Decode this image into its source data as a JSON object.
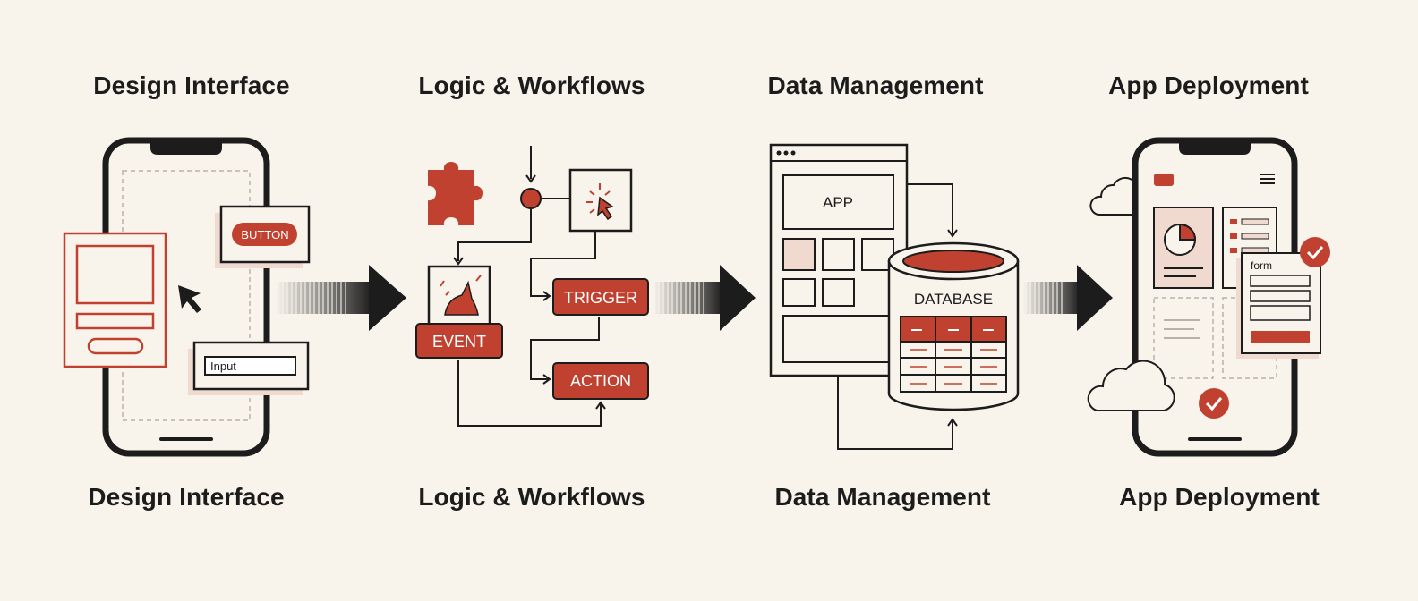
{
  "stages": [
    {
      "title_top": "Design Interface",
      "title_bottom": "Design Interface"
    },
    {
      "title_top": "Logic & Workflows",
      "title_bottom": "Logic & Workflows"
    },
    {
      "title_top": "Data Management",
      "title_bottom": "Data Management"
    },
    {
      "title_top": "App Deployment",
      "title_bottom": "App Deployment"
    }
  ],
  "design": {
    "button_label": "BUTTON",
    "input_label": "Input"
  },
  "logic": {
    "trigger_label": "TRIGGER",
    "event_label": "EVENT",
    "action_label": "ACTION"
  },
  "data": {
    "app_label": "APP",
    "database_label": "DATABASE"
  },
  "deploy": {
    "form_label": "form"
  },
  "colors": {
    "accent": "#c0412f",
    "ink": "#1c1c1c",
    "background": "#f8f4ec",
    "blush": "#f0d9cf"
  }
}
